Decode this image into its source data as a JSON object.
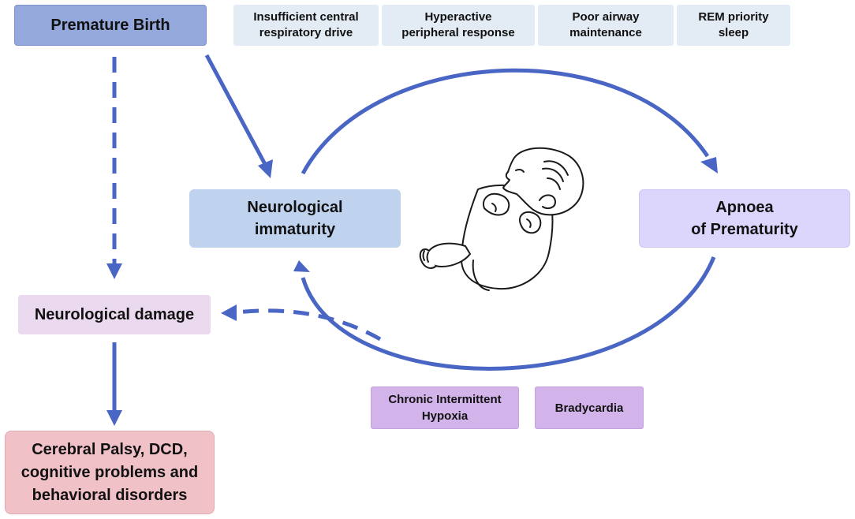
{
  "nodes": {
    "premature_birth": "Premature Birth",
    "neuro_immaturity": "Neurological\nimmaturity",
    "apnoea": "Apnoea\nof Prematurity",
    "neuro_damage": "Neurological damage",
    "outcomes": "Cerebral Palsy, DCD,\ncognitive problems and\nbehavioral disorders"
  },
  "factors": [
    "Insufficient central\nrespiratory drive",
    "Hyperactive\nperipheral response",
    "Poor airway\nmaintenance",
    "REM priority\nsleep"
  ],
  "consequences": [
    "Chronic Intermittent\nHypoxia",
    "Bradycardia"
  ],
  "illustration": "infant-drawing",
  "colors": {
    "arrow": "#4a66c4",
    "premature_birth_fill": "#94a8dc",
    "immaturity_fill": "#bfd3ee",
    "apnoea_fill": "#dcd6fc",
    "damage_fill": "#ead9ef",
    "outcome_fill": "#f1c1c8",
    "factor_fill": "#e3ebf5",
    "consequence_fill": "#d2b3ea"
  }
}
